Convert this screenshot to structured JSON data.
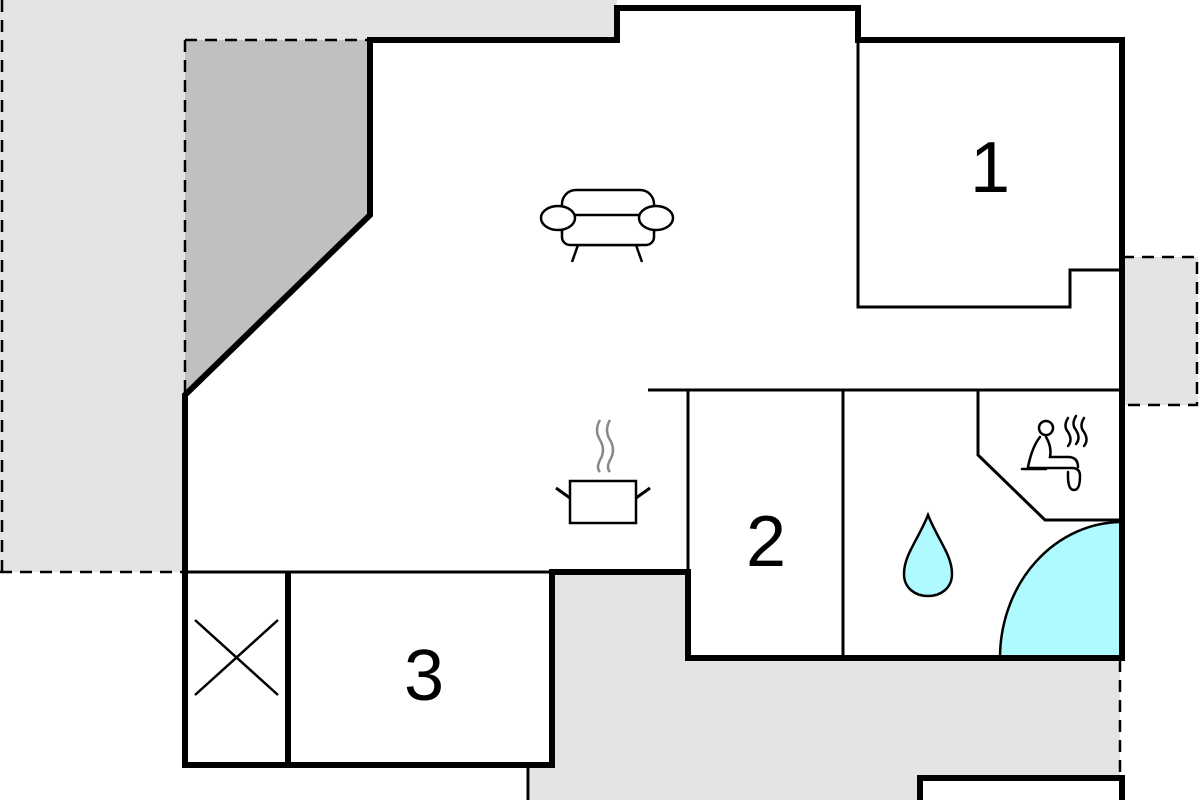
{
  "floorplan": {
    "rooms": [
      {
        "label": "1",
        "type": "bedroom"
      },
      {
        "label": "2",
        "type": "bedroom"
      },
      {
        "label": "3",
        "type": "bedroom"
      }
    ],
    "icons": [
      "sofa-icon",
      "cooking-pot-icon",
      "sauna-icon",
      "water-drop-icon",
      "whirlpool-icon",
      "utility-x-icon"
    ],
    "colors": {
      "terrace": "#e4e4e4",
      "covered": "#c0c0c0",
      "water": "#aefaff",
      "wall": "#000000"
    }
  }
}
